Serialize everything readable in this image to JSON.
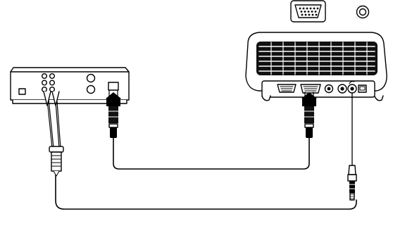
{
  "diagram": {
    "style": "black line-art connection diagram",
    "colors": {
      "line": "#000000",
      "fill": "#ffffff",
      "dark": "#111111"
    },
    "callouts": [
      {
        "name": "vga-port-callout",
        "icon": "vga-connector-icon"
      },
      {
        "name": "audio-port-callout",
        "icon": "audio-jack-icon"
      }
    ],
    "devices": [
      {
        "name": "source-device",
        "icon": "computer-tower-icon"
      },
      {
        "name": "projector",
        "icon": "projector-icon"
      }
    ],
    "cables": [
      {
        "name": "vga-cable",
        "icon": "vga-cable-icon"
      },
      {
        "name": "audio-cable",
        "icon": "audio-cable-icon"
      }
    ]
  }
}
